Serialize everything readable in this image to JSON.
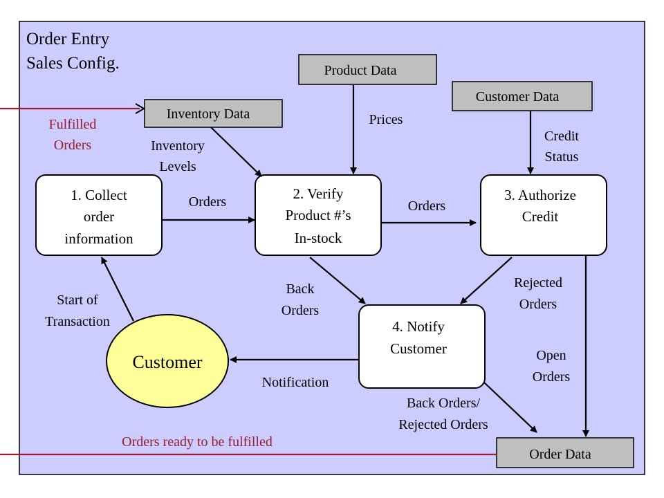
{
  "title": {
    "line1": "Order Entry",
    "line2": "Sales Config."
  },
  "colors": {
    "panel": "#ccccff",
    "store": "#bfbfbf",
    "entity": "#ffff99",
    "flow_red": "#9b1b30"
  },
  "data_stores": {
    "product": "Product Data",
    "inventory": "Inventory Data",
    "customer": "Customer Data",
    "order": "Order Data"
  },
  "processes": {
    "p1": [
      "1. Collect",
      "order",
      "information"
    ],
    "p2": [
      "2. Verify",
      "Product #’s",
      "In-stock"
    ],
    "p3": [
      "3. Authorize",
      "Credit"
    ],
    "p4": [
      "4. Notify",
      "Customer"
    ]
  },
  "external_entity": {
    "customer": "Customer"
  },
  "flows": {
    "prices": "Prices",
    "fulfilled_orders": [
      "Fulfilled",
      "Orders"
    ],
    "inventory_levels": [
      "Inventory",
      "Levels"
    ],
    "credit_status": [
      "Credit",
      "Status"
    ],
    "orders_1_2": "Orders",
    "orders_2_3": "Orders",
    "back_orders": [
      "Back",
      "Orders"
    ],
    "rejected_orders": [
      "Rejected",
      "Orders"
    ],
    "start_of_transaction": [
      "Start of",
      "Transaction"
    ],
    "notification": "Notification",
    "open_orders": [
      "Open",
      "Orders"
    ],
    "back_rejected_orders": [
      "Back Orders/",
      "Rejected Orders"
    ],
    "orders_ready": "Orders ready to be fulfilled"
  }
}
